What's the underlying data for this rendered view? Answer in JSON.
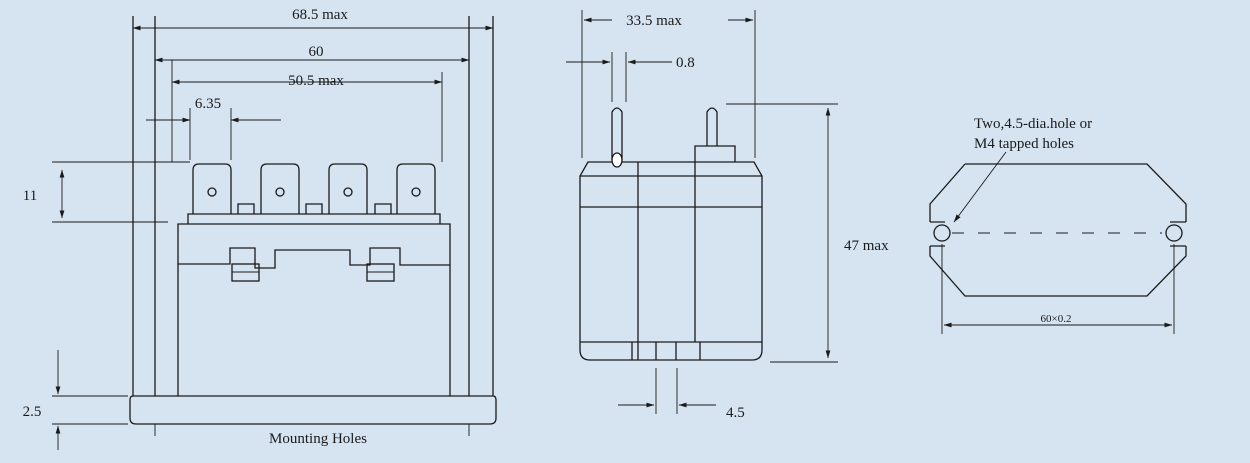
{
  "front_view": {
    "dim_overall": "68.5 max",
    "dim_hole_pitch": "60",
    "dim_body": "50.5 max",
    "dim_terminal_width": "6.35",
    "dim_terminal_height": "11",
    "dim_flange": "2.5",
    "caption": "Mounting Holes"
  },
  "side_view": {
    "dim_depth": "33.5 max",
    "dim_pin_thickness": "0.8",
    "dim_height": "47 max",
    "dim_pin_gap": "4.5"
  },
  "bottom_view": {
    "note_line1": "Two,4.5-dia.hole or",
    "note_line2": "M4 tapped holes",
    "dim_hole_spacing": "60×0.2"
  }
}
